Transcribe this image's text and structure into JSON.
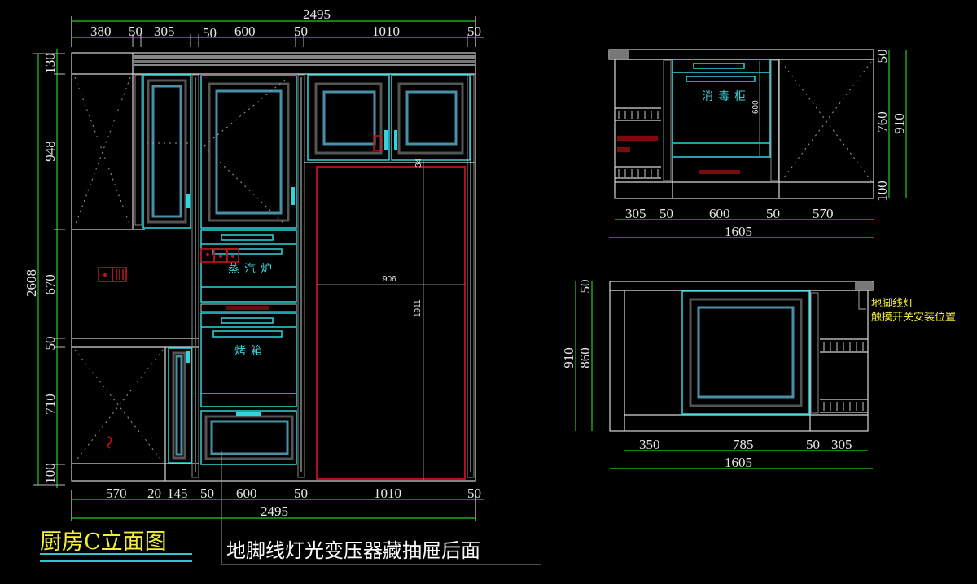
{
  "main_elevation": {
    "title": "厨房C立面图",
    "top_total": "2495",
    "top_segments": [
      "380",
      "50",
      "305",
      "50",
      "600",
      "50",
      "1010",
      "50"
    ],
    "left_total": "2608",
    "left_segments": [
      "130",
      "948",
      "670",
      "50",
      "710",
      "100"
    ],
    "bottom_segments": [
      "570",
      "20",
      "145",
      "50",
      "600",
      "50",
      "1010",
      "50"
    ],
    "bottom_total": "2495",
    "fridge_width": "906",
    "fridge_height": "1911",
    "fridge_gap": "34",
    "appliance_labels": {
      "steam_oven": "蒸汽炉",
      "oven": "烤箱"
    },
    "note": "地脚线灯光变压器藏抽屉后面"
  },
  "elevation_top_right": {
    "appliance_label": "消毒柜",
    "inner_height": "600",
    "right_segments": [
      "50",
      "760",
      "100"
    ],
    "right_total": "910",
    "bottom_segments": [
      "305",
      "50",
      "600",
      "50",
      "570"
    ],
    "bottom_total": "1605"
  },
  "elevation_bottom_right": {
    "left_segments": [
      "50",
      "860"
    ],
    "left_total": "910",
    "bottom_segments": [
      "350",
      "785",
      "50",
      "305"
    ],
    "bottom_total": "1605",
    "callout_line1": "地脚线灯",
    "callout_line2": "触摸开关安装位置"
  },
  "colors": {
    "dimension": "#22cc22",
    "outline": "#d8d8d8",
    "appliance": "#2fd6dc",
    "panel": "#4a8fa8",
    "electrical": "#c0141a",
    "title": "#f2ef3a"
  }
}
